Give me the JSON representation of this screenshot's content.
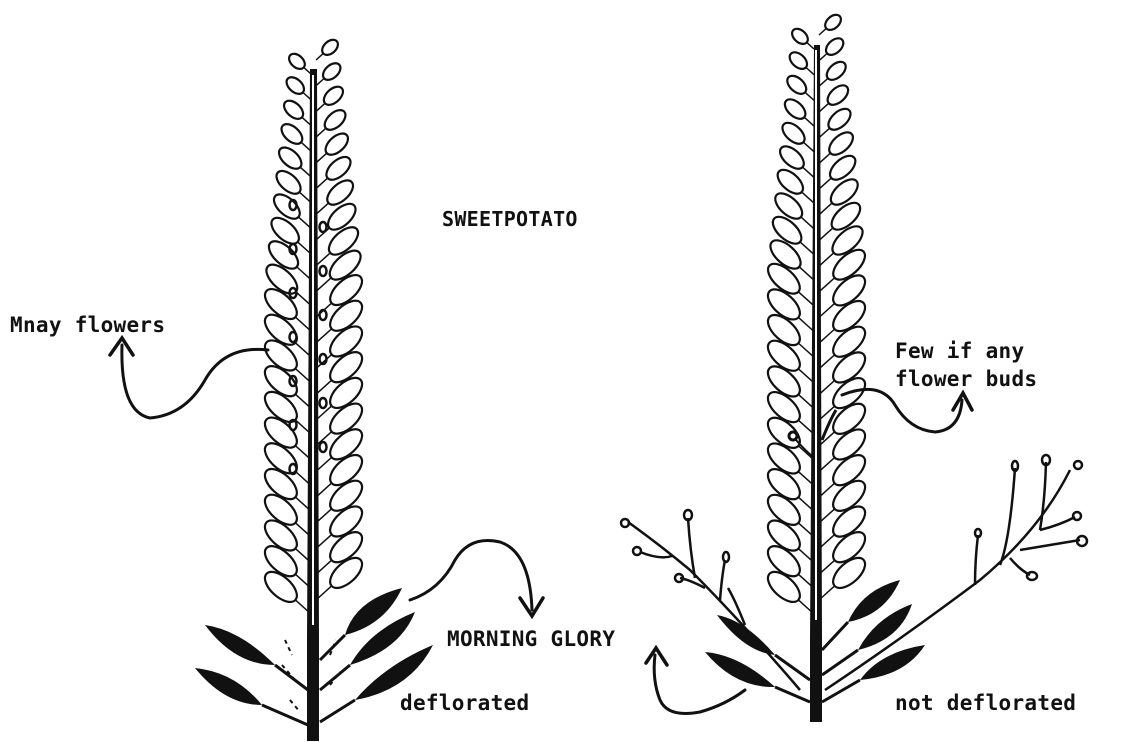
{
  "title": "SWEETPOTATO",
  "labels": {
    "many_flowers": "Mnay flowers",
    "few_line1": "Few if any",
    "few_line2": "flower buds",
    "morning_glory": "MORNING GLORY",
    "deflorated": "deflorated",
    "not_deflorated": "not deflorated"
  },
  "colors": {
    "ink": "#111111",
    "paper": "#ffffff"
  }
}
